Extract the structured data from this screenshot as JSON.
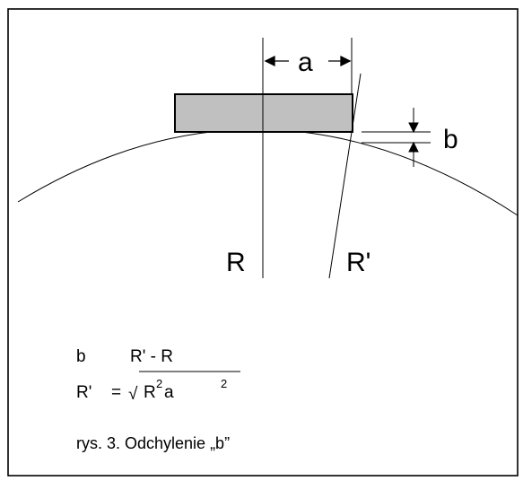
{
  "diagram": {
    "labels": {
      "a": "a",
      "b": "b",
      "R": "R",
      "R_prime": "R'"
    },
    "formula": {
      "line1_lhs": "b",
      "line1_rhs": "R' - R",
      "line2_lhs": "R'",
      "equals": "=",
      "radical": "√",
      "radicand_R": "R",
      "radicand_R_exp": "2",
      "radicand_a": "a",
      "radicand_a_exp": "2"
    },
    "caption": "rys. 3. Odchylenie „b”",
    "colors": {
      "block_fill": "#c0c0c0",
      "stroke": "#000000",
      "background": "#ffffff"
    }
  }
}
